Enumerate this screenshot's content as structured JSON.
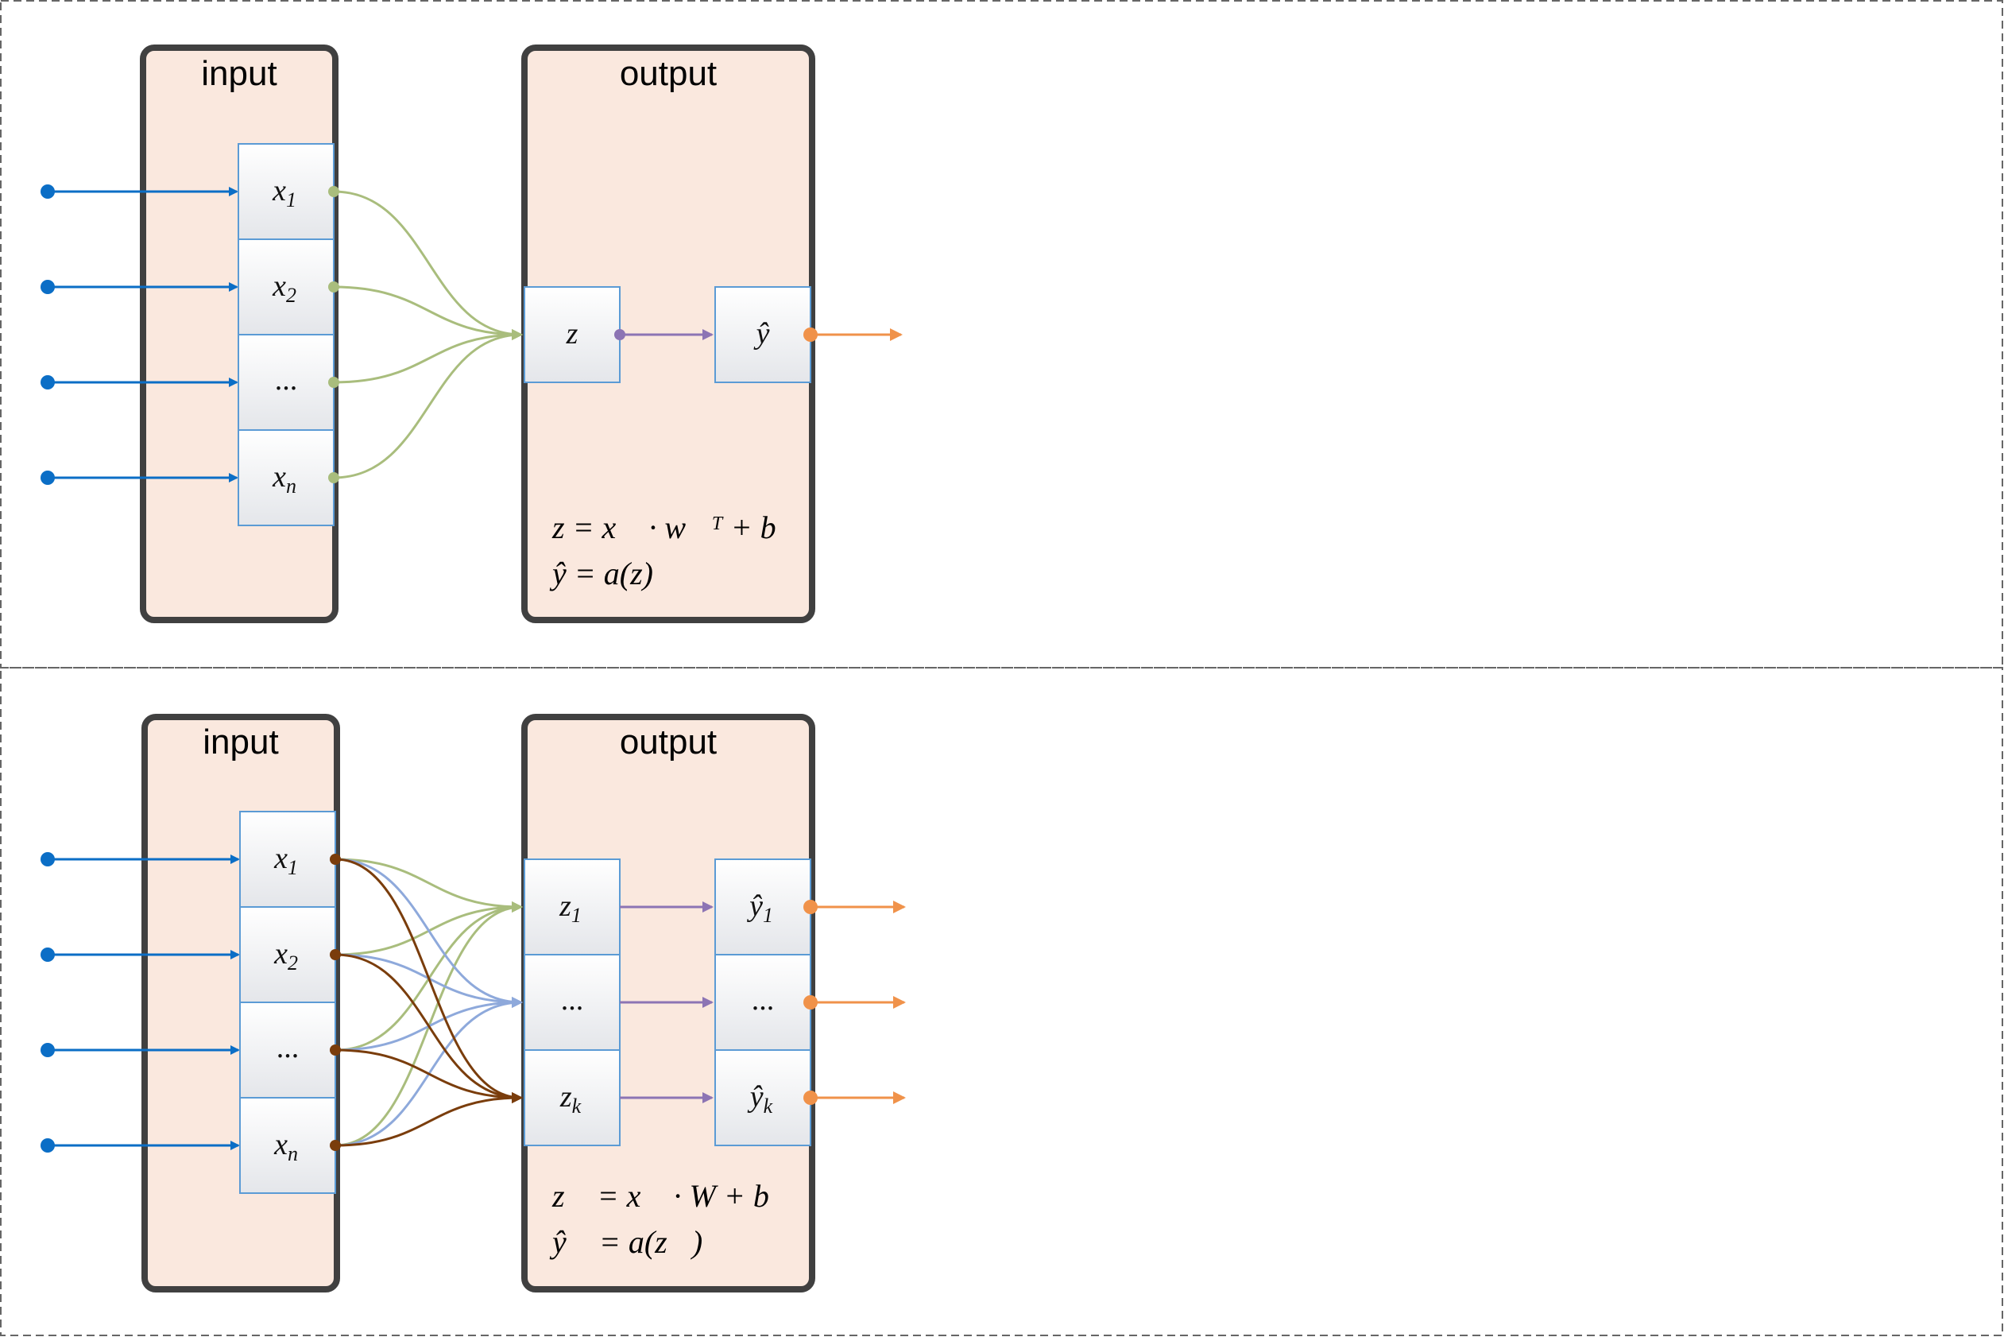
{
  "top": {
    "input_title": "input",
    "output_title": "output",
    "inputs": [
      {
        "base": "x",
        "sub": "1"
      },
      {
        "base": "x",
        "sub": "2"
      },
      {
        "base": "...",
        "sub": ""
      },
      {
        "base": "x",
        "sub": "n"
      }
    ],
    "z_label": "z",
    "y_label": "ŷ",
    "equations": [
      "z = x⃗ · w⃗ᵀ + b",
      "ŷ = a(z)"
    ]
  },
  "bottom": {
    "input_title": "input",
    "output_title": "output",
    "inputs": [
      {
        "base": "x",
        "sub": "1"
      },
      {
        "base": "x",
        "sub": "2"
      },
      {
        "base": "...",
        "sub": ""
      },
      {
        "base": "x",
        "sub": "n"
      }
    ],
    "z_cells": [
      {
        "base": "z",
        "sub": "1"
      },
      {
        "base": "...",
        "sub": ""
      },
      {
        "base": "z",
        "sub": "k"
      }
    ],
    "y_cells": [
      {
        "base": "ŷ",
        "sub": "1"
      },
      {
        "base": "...",
        "sub": ""
      },
      {
        "base": "ŷ",
        "sub": "k"
      }
    ],
    "equations": [
      "z⃗ = x⃗ · W + b⃗",
      "ŷ⃗ = a(z⃗)"
    ]
  },
  "colors": {
    "panel_fill": "#fae8de",
    "panel_border": "#404040",
    "cell_border": "#5b9bd5",
    "input_arrow": "#0b6ec6",
    "green": "#a9bd7d",
    "blue_light": "#8ea9db",
    "brown": "#7a3d0c",
    "purple": "#8c74b4",
    "orange": "#f0924a",
    "dash": "#666666"
  }
}
